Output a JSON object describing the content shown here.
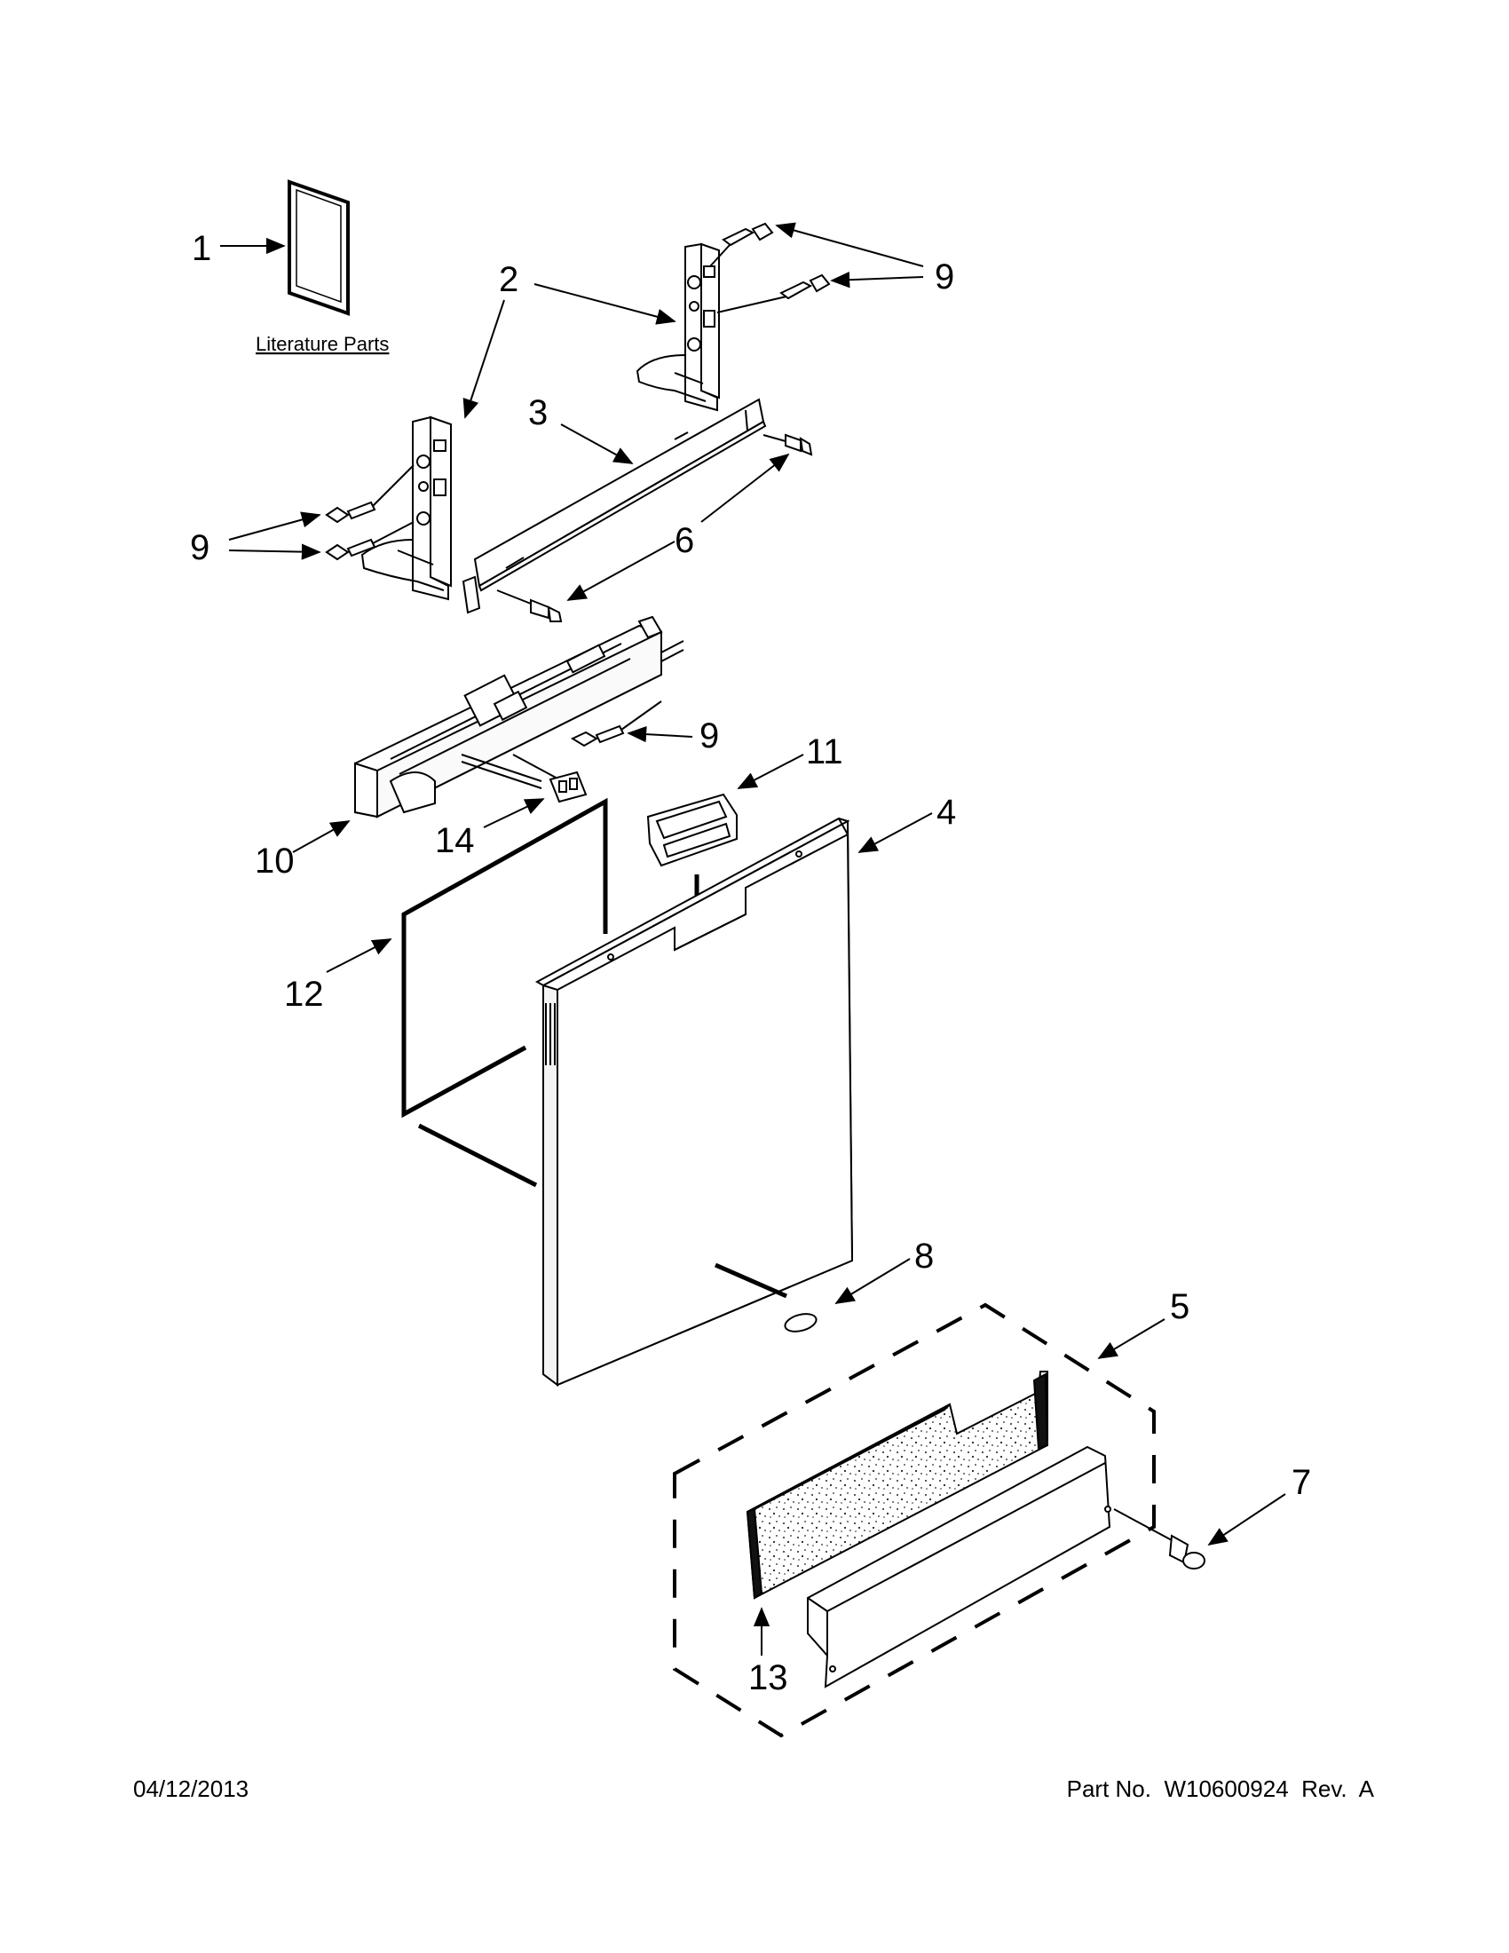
{
  "diagram": {
    "literature_label": "Literature Parts",
    "callouts": {
      "c1": "1",
      "c2": "2",
      "c3": "3",
      "c4": "4",
      "c5": "5",
      "c6": "6",
      "c7": "7",
      "c8": "8",
      "c9": "9",
      "c10": "10",
      "c11": "11",
      "c12": "12",
      "c13": "13",
      "c14": "14"
    }
  },
  "footer": {
    "date": "04/12/2013",
    "part_no": "Part No.  W10600924  Rev.  A"
  }
}
